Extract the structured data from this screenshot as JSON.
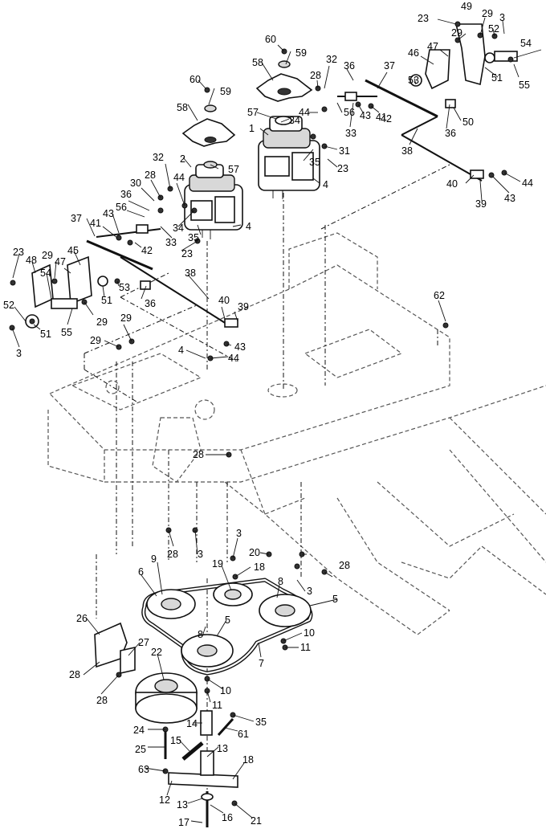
{
  "labels": [
    {
      "id": "c49",
      "text": "49"
    },
    {
      "id": "c23a",
      "text": "23"
    },
    {
      "id": "c29a",
      "text": "29"
    },
    {
      "id": "c3a",
      "text": "3"
    },
    {
      "id": "c52a",
      "text": "52"
    },
    {
      "id": "c29b",
      "text": "29"
    },
    {
      "id": "c54a",
      "text": "54"
    },
    {
      "id": "c47a",
      "text": "47"
    },
    {
      "id": "c46",
      "text": "46"
    },
    {
      "id": "c51a",
      "text": "51"
    },
    {
      "id": "c55a",
      "text": "55"
    },
    {
      "id": "c60a",
      "text": "60"
    },
    {
      "id": "c59a",
      "text": "59"
    },
    {
      "id": "c58a",
      "text": "58"
    },
    {
      "id": "c32a",
      "text": "32"
    },
    {
      "id": "c36a",
      "text": "36"
    },
    {
      "id": "c37a",
      "text": "37"
    },
    {
      "id": "c28a",
      "text": "28"
    },
    {
      "id": "c53a",
      "text": "53"
    },
    {
      "id": "c44a",
      "text": "44"
    },
    {
      "id": "c57a",
      "text": "57"
    },
    {
      "id": "c34a",
      "text": "34"
    },
    {
      "id": "c43a",
      "text": "43"
    },
    {
      "id": "c41a",
      "text": "41"
    },
    {
      "id": "c42a",
      "text": "42"
    },
    {
      "id": "c56a",
      "text": "56"
    },
    {
      "id": "c33a",
      "text": "33"
    },
    {
      "id": "c50",
      "text": "50"
    },
    {
      "id": "c36b",
      "text": "36"
    },
    {
      "id": "c1",
      "text": "1"
    },
    {
      "id": "c31",
      "text": "31"
    },
    {
      "id": "c35a",
      "text": "35"
    },
    {
      "id": "c23b",
      "text": "23"
    },
    {
      "id": "c38a",
      "text": "38"
    },
    {
      "id": "c4a",
      "text": "4"
    },
    {
      "id": "c40a",
      "text": "40"
    },
    {
      "id": "c44b",
      "text": "44"
    },
    {
      "id": "c39a",
      "text": "39"
    },
    {
      "id": "c43b",
      "text": "43"
    },
    {
      "id": "c60b",
      "text": "60"
    },
    {
      "id": "c59b",
      "text": "59"
    },
    {
      "id": "c58b",
      "text": "58"
    },
    {
      "id": "c32b",
      "text": "32"
    },
    {
      "id": "c2",
      "text": "2"
    },
    {
      "id": "c57b",
      "text": "57"
    },
    {
      "id": "c28b",
      "text": "28"
    },
    {
      "id": "c30",
      "text": "30"
    },
    {
      "id": "c44c",
      "text": "44"
    },
    {
      "id": "c36c",
      "text": "36"
    },
    {
      "id": "c56b",
      "text": "56"
    },
    {
      "id": "c43c",
      "text": "43"
    },
    {
      "id": "c34b",
      "text": "34"
    },
    {
      "id": "c35b",
      "text": "35"
    },
    {
      "id": "c33b",
      "text": "33"
    },
    {
      "id": "c4b",
      "text": "4"
    },
    {
      "id": "c37b",
      "text": "37"
    },
    {
      "id": "c41b",
      "text": "41"
    },
    {
      "id": "c42b",
      "text": "42"
    },
    {
      "id": "c23c",
      "text": "23"
    },
    {
      "id": "c23d",
      "text": "23"
    },
    {
      "id": "c48",
      "text": "48"
    },
    {
      "id": "c29c",
      "text": "29"
    },
    {
      "id": "c47b",
      "text": "47"
    },
    {
      "id": "c45",
      "text": "45"
    },
    {
      "id": "c54b",
      "text": "54"
    },
    {
      "id": "c51b",
      "text": "51"
    },
    {
      "id": "c53b",
      "text": "53"
    },
    {
      "id": "c36d",
      "text": "36"
    },
    {
      "id": "c38b",
      "text": "38"
    },
    {
      "id": "c52b",
      "text": "52"
    },
    {
      "id": "c51c",
      "text": "51"
    },
    {
      "id": "c55b",
      "text": "55"
    },
    {
      "id": "c29d",
      "text": "29"
    },
    {
      "id": "c3b",
      "text": "3"
    },
    {
      "id": "c40b",
      "text": "40"
    },
    {
      "id": "c39b",
      "text": "39"
    },
    {
      "id": "c29e",
      "text": "29"
    },
    {
      "id": "c29f",
      "text": "29"
    },
    {
      "id": "c43d",
      "text": "43"
    },
    {
      "id": "c4c",
      "text": "4"
    },
    {
      "id": "c44d",
      "text": "44"
    },
    {
      "id": "c62",
      "text": "62"
    },
    {
      "id": "c28c",
      "text": "28"
    },
    {
      "id": "c3c",
      "text": "3"
    },
    {
      "id": "c20",
      "text": "20"
    },
    {
      "id": "c28d",
      "text": "28"
    },
    {
      "id": "c3d",
      "text": "3"
    },
    {
      "id": "c18a",
      "text": "18"
    },
    {
      "id": "c19",
      "text": "19"
    },
    {
      "id": "c9",
      "text": "9"
    },
    {
      "id": "c6",
      "text": "6"
    },
    {
      "id": "c8a",
      "text": "8"
    },
    {
      "id": "c3e",
      "text": "3"
    },
    {
      "id": "c28e",
      "text": "28"
    },
    {
      "id": "c5a",
      "text": "5"
    },
    {
      "id": "c5b",
      "text": "5"
    },
    {
      "id": "c26",
      "text": "26"
    },
    {
      "id": "c8b",
      "text": "8"
    },
    {
      "id": "c10a",
      "text": "10"
    },
    {
      "id": "c27",
      "text": "27"
    },
    {
      "id": "c11a",
      "text": "11"
    },
    {
      "id": "c7",
      "text": "7"
    },
    {
      "id": "c22",
      "text": "22"
    },
    {
      "id": "c28f",
      "text": "28"
    },
    {
      "id": "c28g",
      "text": "28"
    },
    {
      "id": "c10b",
      "text": "10"
    },
    {
      "id": "c11b",
      "text": "11"
    },
    {
      "id": "c35c",
      "text": "35"
    },
    {
      "id": "c14",
      "text": "14"
    },
    {
      "id": "c61",
      "text": "61"
    },
    {
      "id": "c24",
      "text": "24"
    },
    {
      "id": "c25",
      "text": "25"
    },
    {
      "id": "c15",
      "text": "15"
    },
    {
      "id": "c13a",
      "text": "13"
    },
    {
      "id": "c18b",
      "text": "18"
    },
    {
      "id": "c63",
      "text": "63"
    },
    {
      "id": "c12",
      "text": "12"
    },
    {
      "id": "c13b",
      "text": "13"
    },
    {
      "id": "c16",
      "text": "16"
    },
    {
      "id": "c21",
      "text": "21"
    },
    {
      "id": "c17",
      "text": "17"
    }
  ]
}
